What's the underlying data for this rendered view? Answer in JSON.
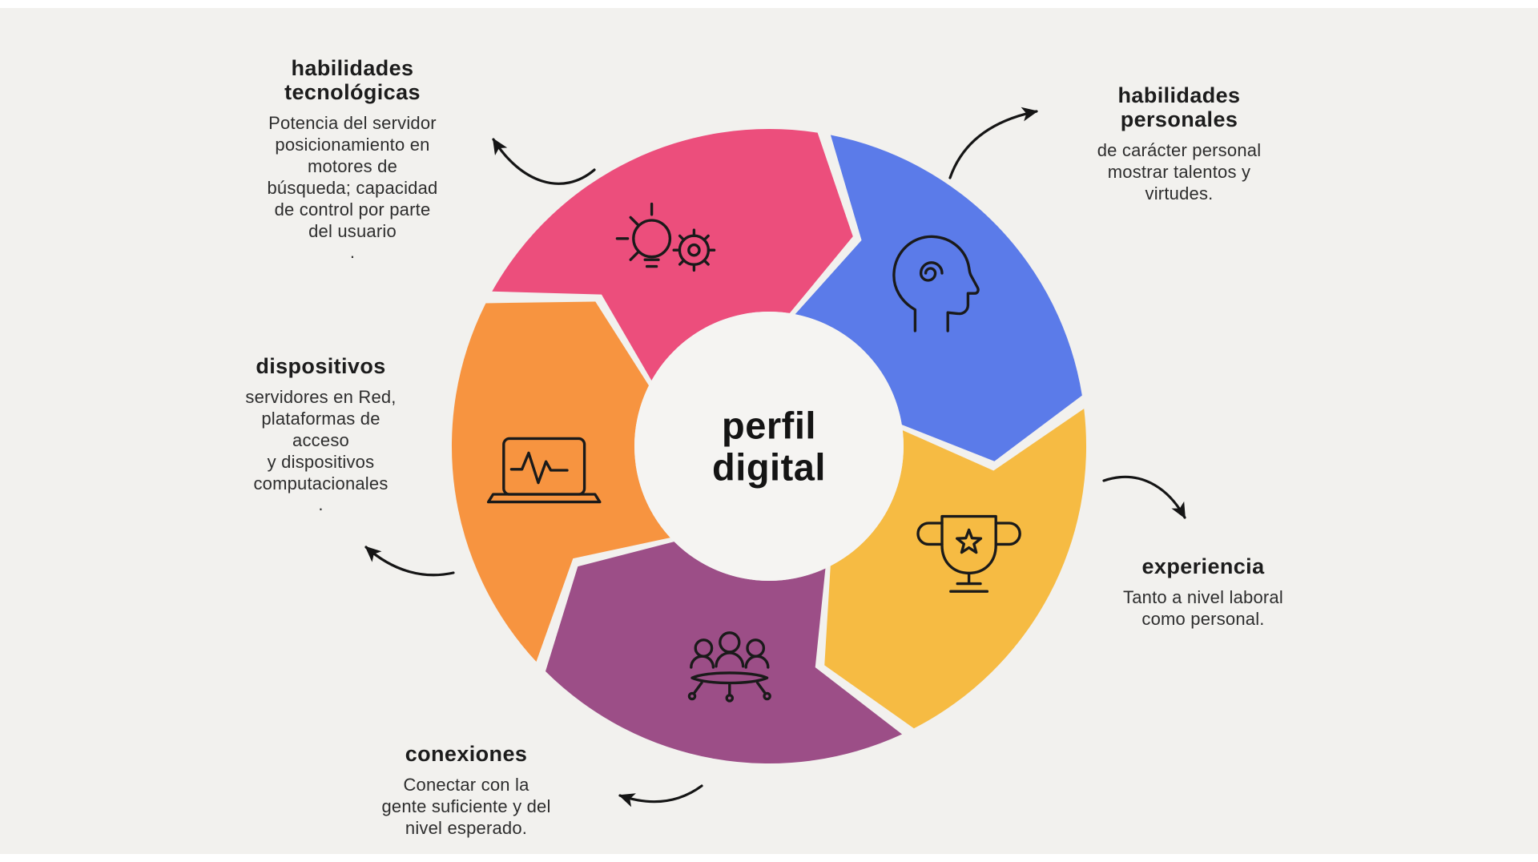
{
  "colors": {
    "canvas": "#f2f1ee",
    "center_circle": "#f5f4f2",
    "arrow": "#151515",
    "icon": "#1a1a1a"
  },
  "center": {
    "title": "perfil\ndigital"
  },
  "segments": [
    {
      "id": "habilidades-tecnologicas",
      "label": "habilidades\ntecnológicas",
      "description": "Potencia del servidor\nposicionamiento en\nmotores de\nbúsqueda; capacidad\nde control por parte\ndel usuario\n.",
      "color": "#EC4E7C",
      "icon": "lightbulb-gear-icon"
    },
    {
      "id": "habilidades-personales",
      "label": "habilidades\npersonales",
      "description": "de carácter personal\nmostrar talentos y\nvirtudes.",
      "color": "#5B7BE9",
      "icon": "head-spiral-icon"
    },
    {
      "id": "experiencia",
      "label": "experiencia",
      "description": "Tanto a nivel laboral\ncomo personal.",
      "color": "#F6BB43",
      "icon": "trophy-icon"
    },
    {
      "id": "conexiones",
      "label": "conexiones",
      "description": "Conectar con la\ngente suficiente y del\nnivel esperado.",
      "color": "#9C4E87",
      "icon": "people-meeting-icon"
    },
    {
      "id": "dispositivos",
      "label": "dispositivos",
      "description": "servidores en Red,\nplataformas de\nacceso\ny dispositivos\ncomputacionales\n.",
      "color": "#F79440",
      "icon": "laptop-pulse-icon"
    }
  ]
}
